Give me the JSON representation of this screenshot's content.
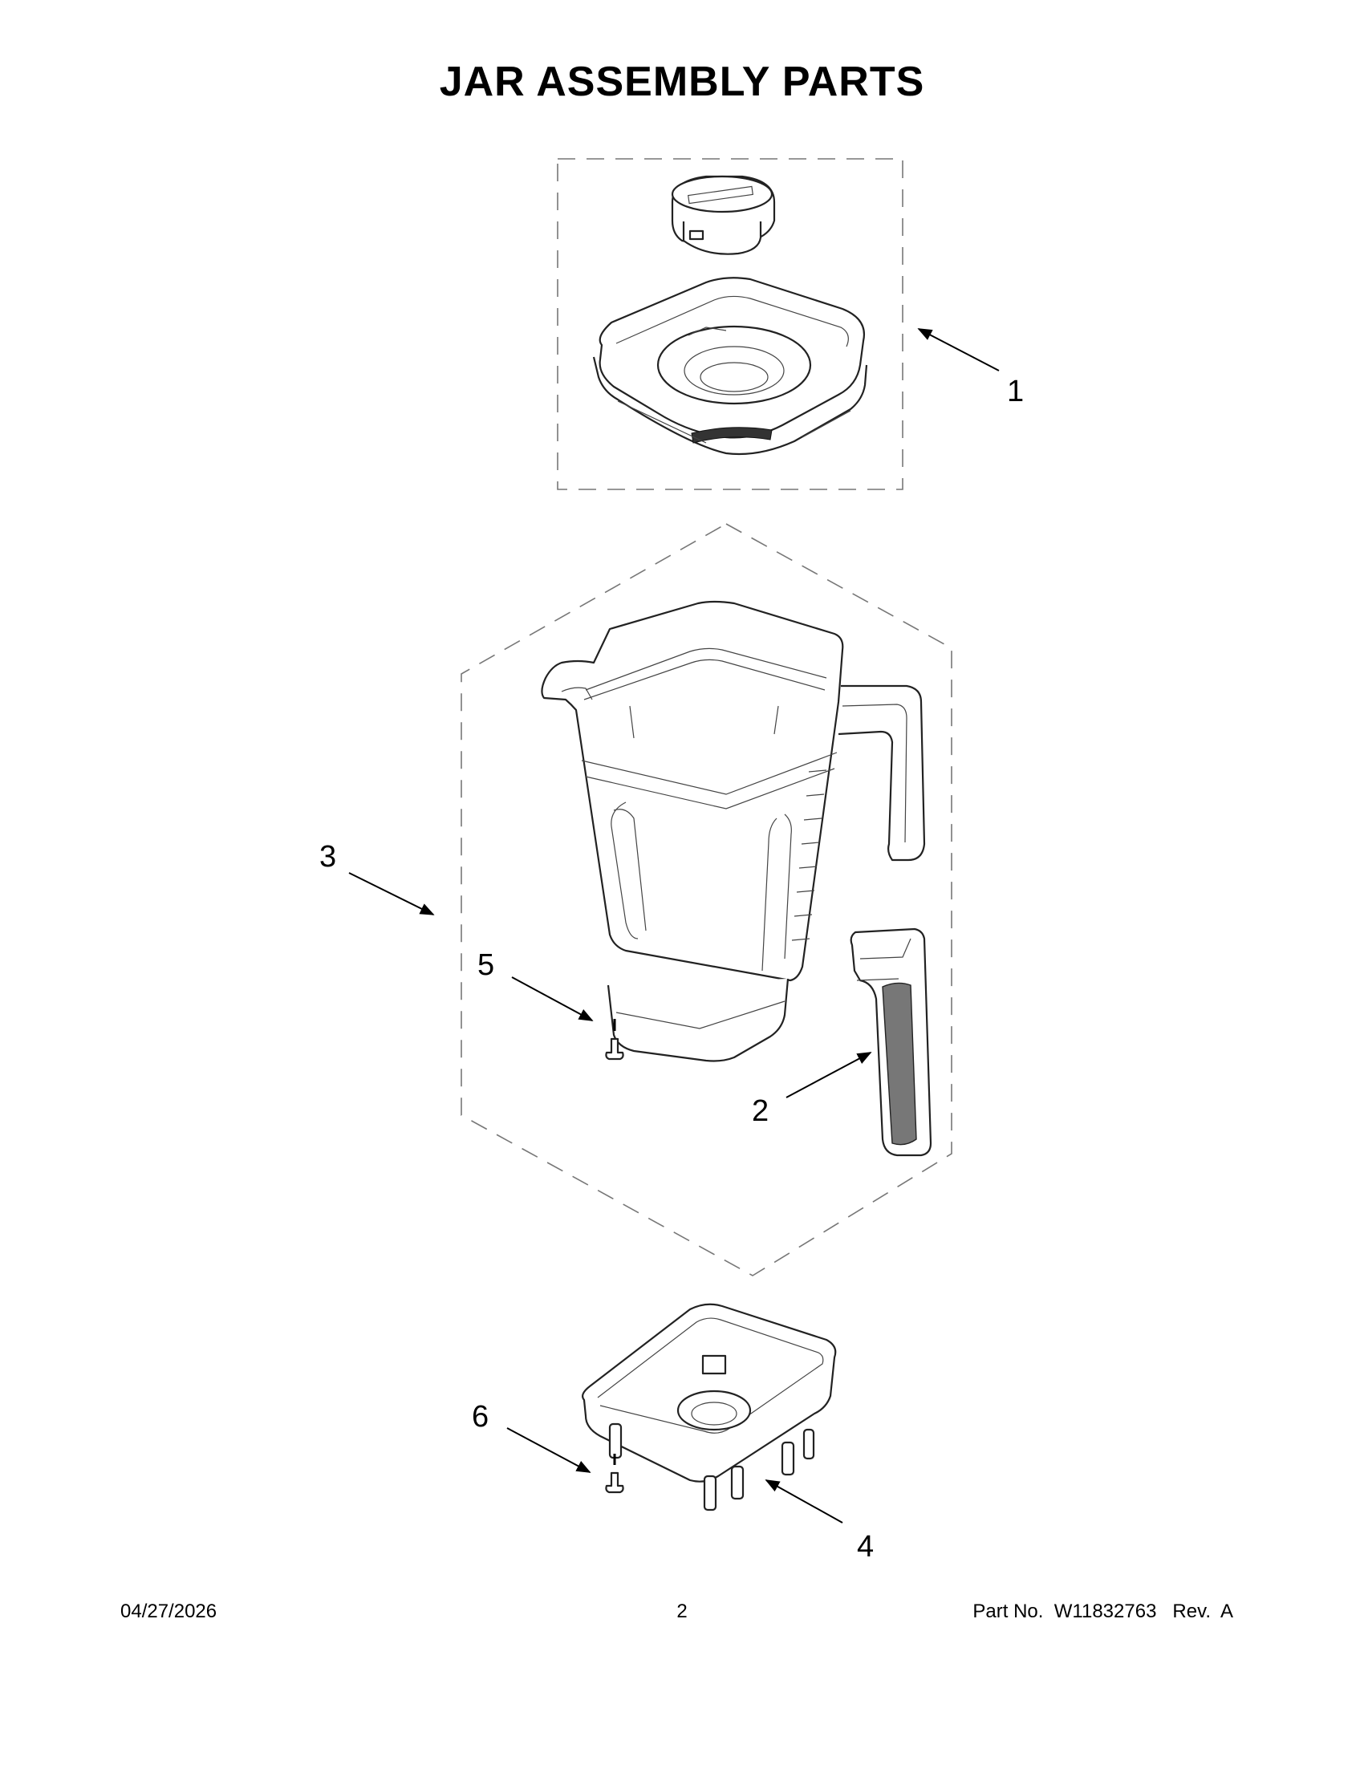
{
  "page": {
    "title": "JAR ASSEMBLY PARTS"
  },
  "callouts": [
    "1",
    "2",
    "3",
    "4",
    "5",
    "6"
  ],
  "footer": {
    "date": "04/27/2026",
    "page_number": "2",
    "part_number": "Part No.  W11832763   Rev.  A"
  },
  "colors": {
    "line": "#222222",
    "dash": "#777777",
    "background": "#ffffff"
  }
}
